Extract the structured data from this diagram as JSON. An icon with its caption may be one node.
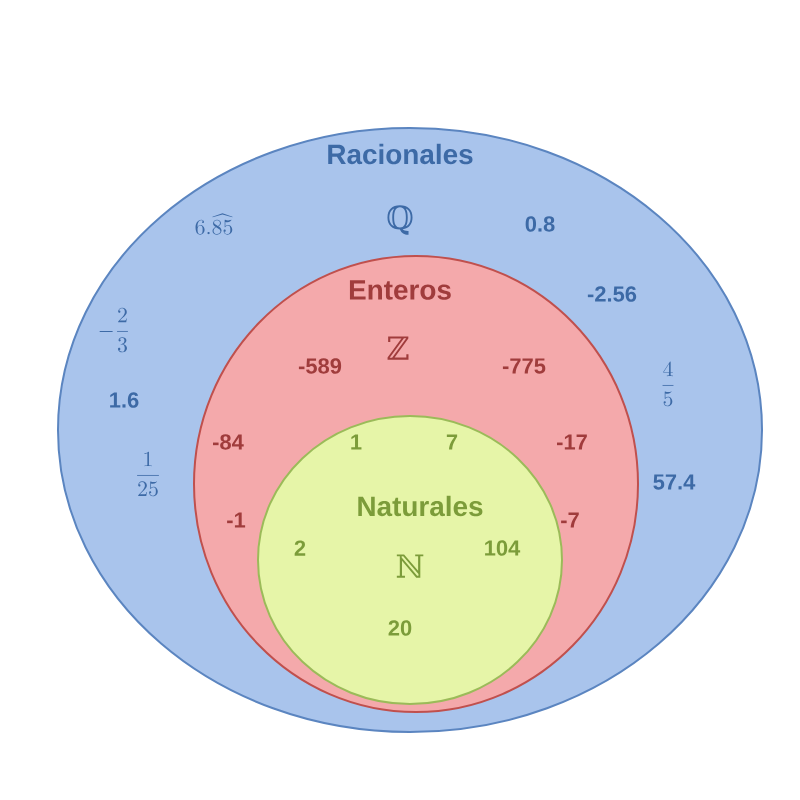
{
  "diagram": {
    "nodes": [
      {
        "text": [
          "Racionales",
          "ℚ"
        ]
      },
      {
        "text": [
          "Enteros",
          "ℤ"
        ],
        "in": 0
      },
      {
        "text": [
          "Naturales",
          "ℕ"
        ],
        "in": 1
      }
    ],
    "labels": [
      "6.\\widehat{85}",
      "0.8",
      "-2.56",
      "-\\frac{2}{3}",
      "-589",
      "-775",
      "\\frac{4}{5}",
      "1.6",
      "-84",
      "1",
      "7",
      "-17",
      "\\frac{1}{25}",
      "57.4",
      "-1",
      "-7",
      "2",
      "104",
      "20"
    ]
  }
}
